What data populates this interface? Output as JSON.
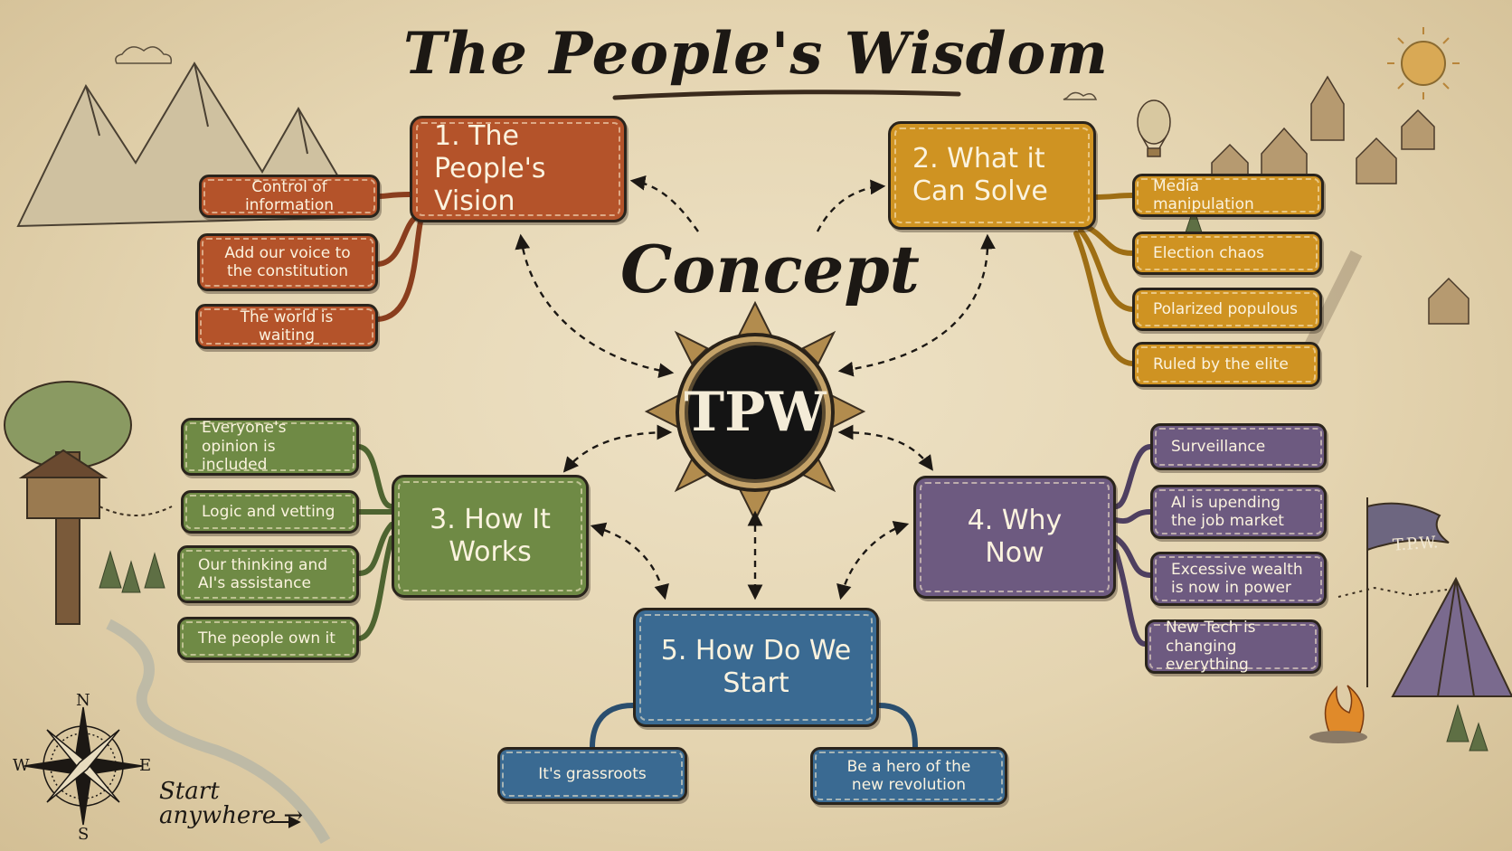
{
  "title": "The People's Wisdom",
  "center_label": "Concept",
  "hub_label": "TPW",
  "colors": {
    "orange": "#b4532a",
    "gold": "#cf9322",
    "green": "#6f8a45",
    "purple": "#6d5a80",
    "blue": "#3a6a92",
    "parchment": "#e8dcbf",
    "ink": "#1c1814"
  },
  "sections": {
    "vision": {
      "title": "1. The People's Vision",
      "items": [
        "Control of information",
        "Add our voice to the constitution",
        "The world is waiting"
      ]
    },
    "solve": {
      "title": "2. What it Can Solve",
      "items": [
        "Media manipulation",
        "Election chaos",
        "Polarized populous",
        "Ruled by the elite"
      ]
    },
    "works": {
      "title": "3. How It Works",
      "items": [
        "Everyone's opinion is included",
        "Logic and vetting",
        "Our thinking and AI's assistance",
        "The people own it"
      ]
    },
    "why_now": {
      "title": "4. Why Now",
      "items": [
        "Surveillance",
        "AI is upending the job market",
        "Excessive wealth is now in power",
        "New Tech is changing everything"
      ]
    },
    "start": {
      "title": "5. How Do We Start",
      "items": [
        "It's grassroots",
        "Be a hero of the new revolution"
      ]
    }
  },
  "compass": {
    "n": "N",
    "e": "E",
    "s": "S",
    "w": "W"
  },
  "footer_hint": "Start anywhere →",
  "flag_label": "T.P.W.",
  "icons": [
    "compass-rose-icon",
    "sun-icon",
    "hot-air-balloon-icon",
    "mountain-icon",
    "village-icon",
    "treehouse-icon",
    "tent-icon",
    "campfire-icon",
    "flag-icon",
    "cloud-icon"
  ]
}
